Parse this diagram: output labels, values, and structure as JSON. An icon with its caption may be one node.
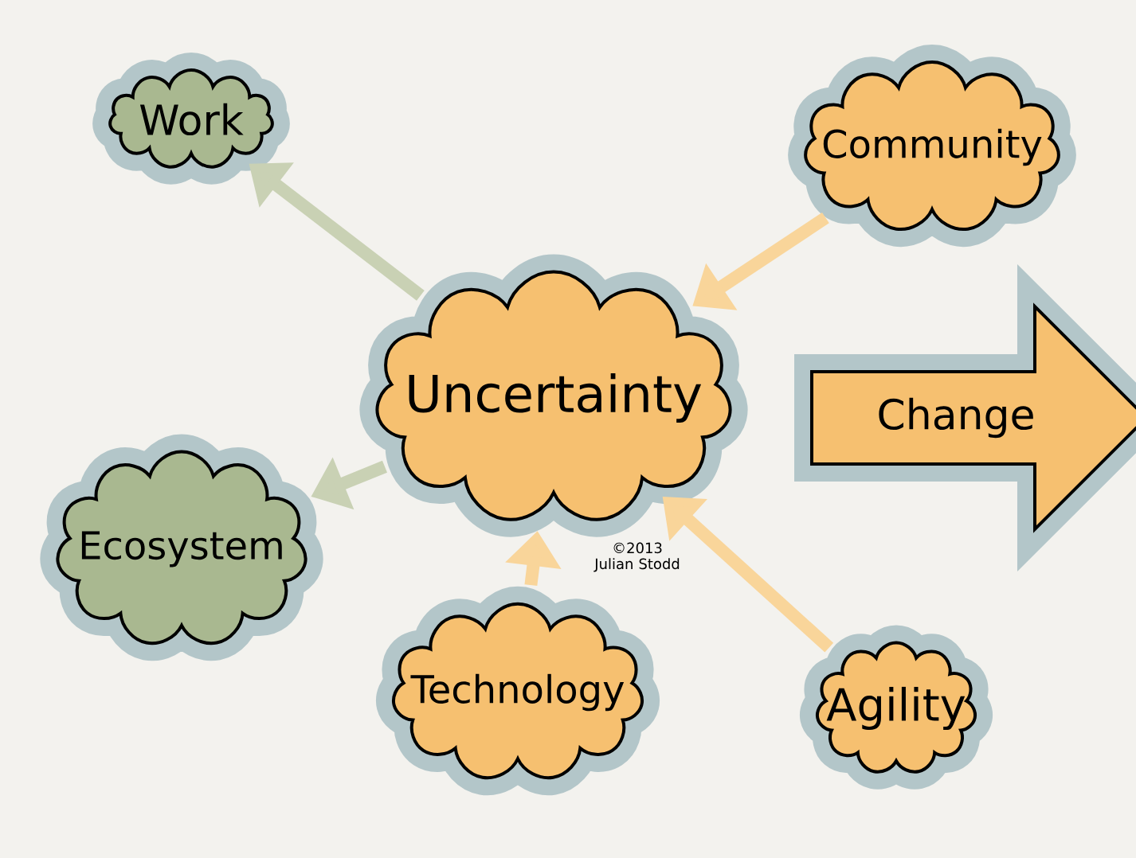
{
  "diagram": {
    "nodes": [
      {
        "text": [
          "Work"
        ]
      },
      {
        "text": [
          "Community"
        ]
      },
      {
        "text": [
          "Uncertainty"
        ]
      },
      {
        "text": [
          "Change"
        ]
      },
      {
        "text": [
          "Ecosystem"
        ]
      },
      {
        "text": [
          "Technology"
        ]
      },
      {
        "text": [
          "Agility"
        ]
      }
    ],
    "edges": [
      {
        "from": 2,
        "to": 0,
        "arrow": "to",
        "color": "#c9d1b4"
      },
      {
        "from": 1,
        "to": 2,
        "arrow": "to"
      },
      {
        "from": 2,
        "to": 4,
        "arrow": "to",
        "color": "#c9d1b4"
      },
      {
        "from": 5,
        "to": 2,
        "arrow": "to"
      },
      {
        "from": 6,
        "to": 2,
        "arrow": "to"
      }
    ],
    "labels": [
      "©2013 Julian Stodd"
    ]
  }
}
